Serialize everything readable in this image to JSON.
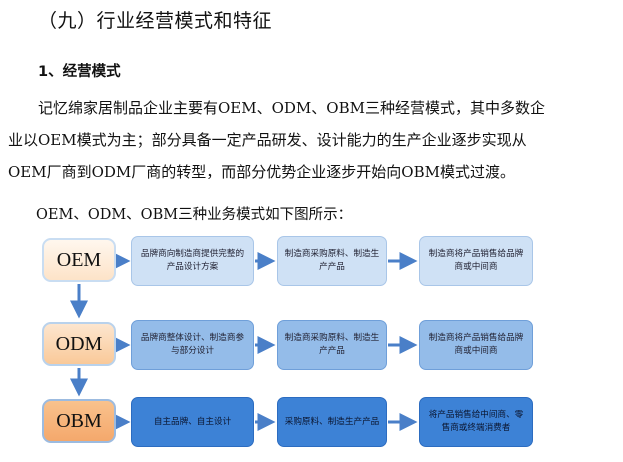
{
  "heading": "（九）行业经营模式和特征",
  "subheading": "1、经营模式",
  "paragraph": {
    "line1": "记忆绵家居制品企业主要有OEM、ODM、OBM三种经营模式，其中多数企",
    "line2": "业以OEM模式为主；部分具备一定产品研发、设计能力的生产企业逐步实现从",
    "line3": "OEM厂商到ODM厂商的转型，而部分优势企业逐步开始向OBM模式过渡。"
  },
  "caption": "OEM、ODM、OBM三种业务模式如下图所示：",
  "diagram": {
    "colors": {
      "arrow": "#4a7fc8",
      "light": "#cfe1f5",
      "mid": "#94bce9",
      "dark": "#3d82d6"
    },
    "rows": [
      {
        "mode": "OEM",
        "steps": [
          "品牌商向制造商提供完整的产品设计方案",
          "制造商采购原料、制造生产产品",
          "制造商将产品销售给品牌商或中间商"
        ]
      },
      {
        "mode": "ODM",
        "steps": [
          "品牌商整体设计、制造商参与部分设计",
          "制造商采购原料、制造生产产品",
          "制造商将产品销售给品牌商或中间商"
        ]
      },
      {
        "mode": "OBM",
        "steps": [
          "自主品牌、自主设计",
          "采购原料、制造生产产品",
          "将产品销售给中间商、零售商或终端消费者"
        ]
      }
    ]
  }
}
